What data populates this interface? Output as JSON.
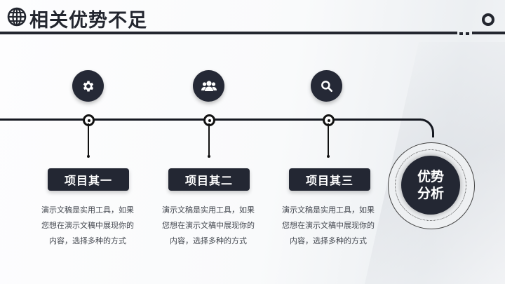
{
  "header": {
    "title": "相关优势不足",
    "icon": "globe-icon",
    "accent_color": "#23262f"
  },
  "timeline": {
    "items": [
      {
        "icon": "gear-icon",
        "label": "项目其一",
        "description_lines": [
          "演示文稿是实用工具，如果",
          "您想在演示文稿中展现你的",
          "内容，选择多种的方式"
        ]
      },
      {
        "icon": "users-icon",
        "label": "项目其二",
        "description_lines": [
          "演示文稿是实用工具，如果",
          "您想在演示文稿中展现你的",
          "内容，选择多种的方式"
        ]
      },
      {
        "icon": "search-icon",
        "label": "项目其三",
        "description_lines": [
          "演示文稿是实用工具，如果",
          "您想在演示文稿中展现你的",
          "内容，选择多种的方式"
        ]
      }
    ]
  },
  "badge": {
    "line1": "优势",
    "line2": "分析"
  },
  "colors": {
    "dark": "#232733",
    "line": "#151820",
    "text": "#444850"
  }
}
